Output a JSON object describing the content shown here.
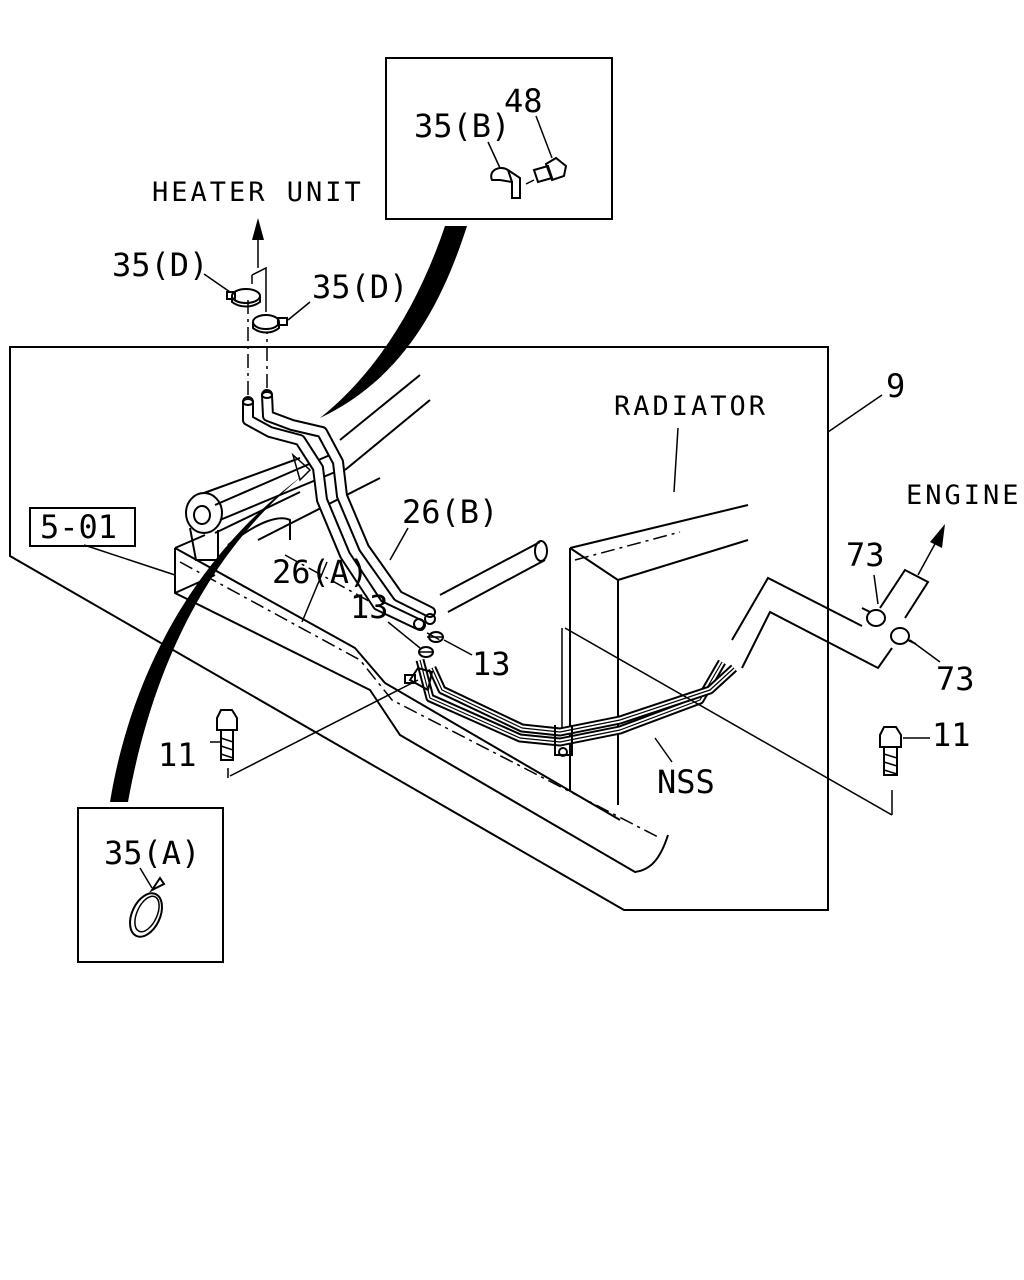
{
  "labels": {
    "heater_unit": "HEATER UNIT",
    "engine": "ENGINE",
    "radiator": "RADIATOR",
    "nss": "NSS",
    "ref_5_01": "5-01",
    "part_9": "9",
    "part_48": "48",
    "part_35b": "35(B)",
    "part_35d_left": "35(D)",
    "part_35d_right": "35(D)",
    "part_26b": "26(B)",
    "part_26a": "26(A)",
    "part_13_upper": "13",
    "part_13_lower": "13",
    "part_11_left": "11",
    "part_11_right": "11",
    "part_73_upper": "73",
    "part_73_lower": "73",
    "part_35a": "35(A)"
  }
}
